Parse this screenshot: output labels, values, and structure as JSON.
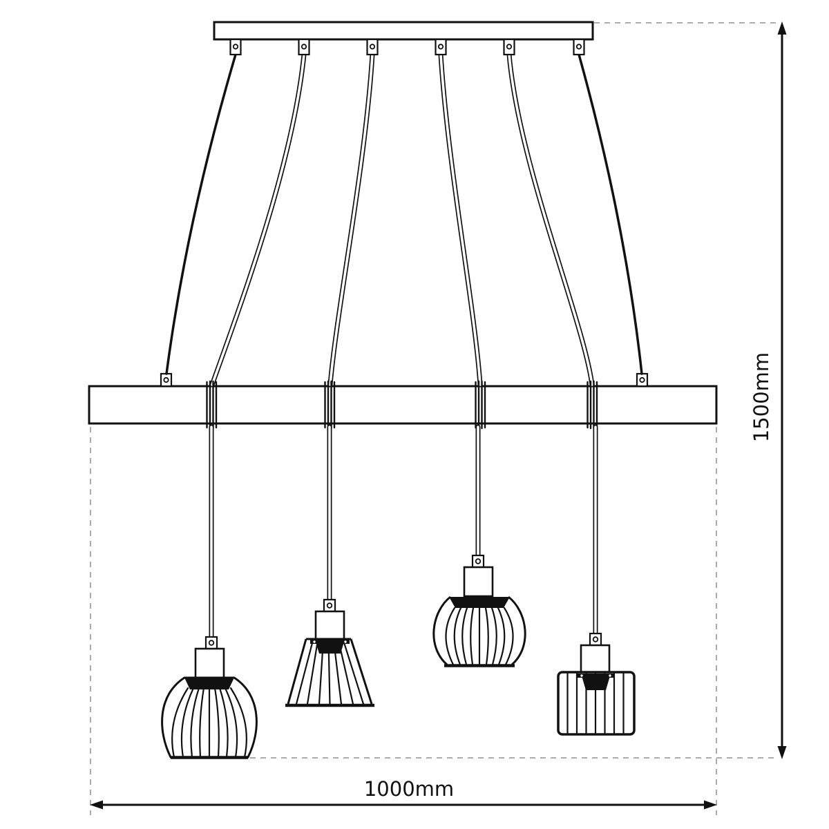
{
  "diagram": {
    "kind": "pendant-lamp-dimension-drawing",
    "dimension_height": {
      "label": "1500mm",
      "orientation": "vertical"
    },
    "dimension_width": {
      "label": "1000mm",
      "orientation": "horizontal"
    },
    "colors": {
      "line": "#111111",
      "dashed_guide": "#ababab",
      "background": "#ffffff",
      "socket_cup": "#111111"
    },
    "components": {
      "ceiling_rail": {
        "name": "ceiling-mount-rail",
        "hanger_brackets": 6
      },
      "suspension": {
        "outer_support_cables": 2,
        "power_cords": 4
      },
      "beam": {
        "name": "wood-beam",
        "cord_wraps": 4,
        "eyelet_brackets": 2
      },
      "pendants": [
        {
          "name": "pendant-1",
          "shade": "globe-cage"
        },
        {
          "name": "pendant-2",
          "shade": "cone-cage"
        },
        {
          "name": "pendant-3",
          "shade": "lantern-cage"
        },
        {
          "name": "pendant-4",
          "shade": "drum-cage"
        }
      ]
    }
  }
}
